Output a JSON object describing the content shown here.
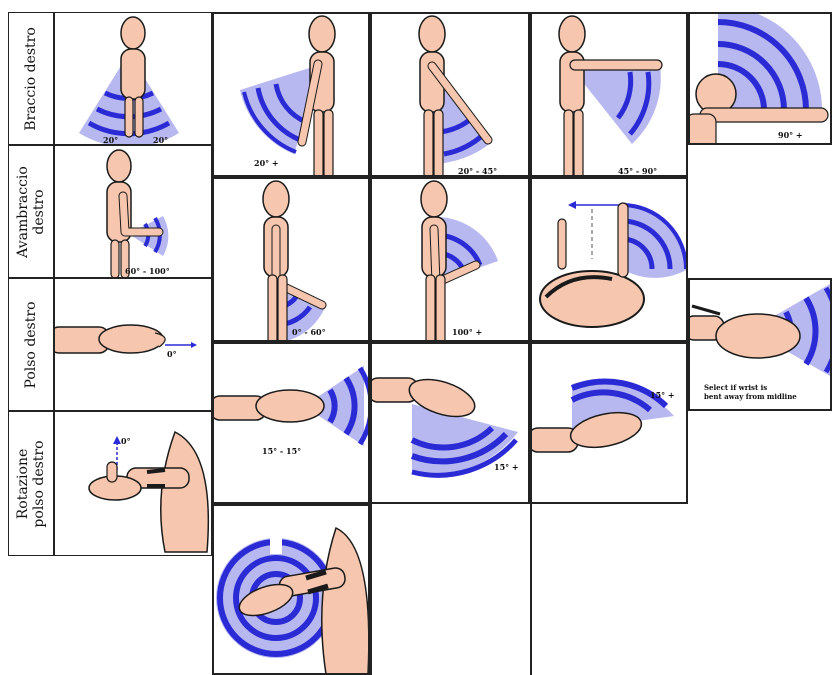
{
  "rows": [
    {
      "label": "Braccio destro"
    },
    {
      "label": "Avambraccio\ndestro"
    },
    {
      "label": "Polso destro"
    },
    {
      "label": "Rotazione\npolso destro"
    }
  ],
  "captions": {
    "braccio_neutral_left": "20°",
    "braccio_neutral_right": "20°",
    "braccio_ext": "20° +",
    "braccio_flex_20_45": "20° - 45°",
    "braccio_flex_45_90": "45° - 90°",
    "braccio_flex_90": "90° +",
    "avambraccio_60_100": "60° - 100°",
    "avambraccio_0_60": "0° - 60°",
    "avambraccio_100": "100° +",
    "polso_0": "0°",
    "polso_15_15": "15° - 15°",
    "polso_15_down": "15° +",
    "polso_15_up": "15° +",
    "polso_note_1": "Select if wrist is",
    "polso_note_2": "bent away from midline",
    "rotazione_small": "0°"
  },
  "colors": {
    "skin": "#f7c6ae",
    "outline": "#1a1a1a",
    "blue": "#2b2bd6",
    "light_blue": "#b8b8f0"
  }
}
